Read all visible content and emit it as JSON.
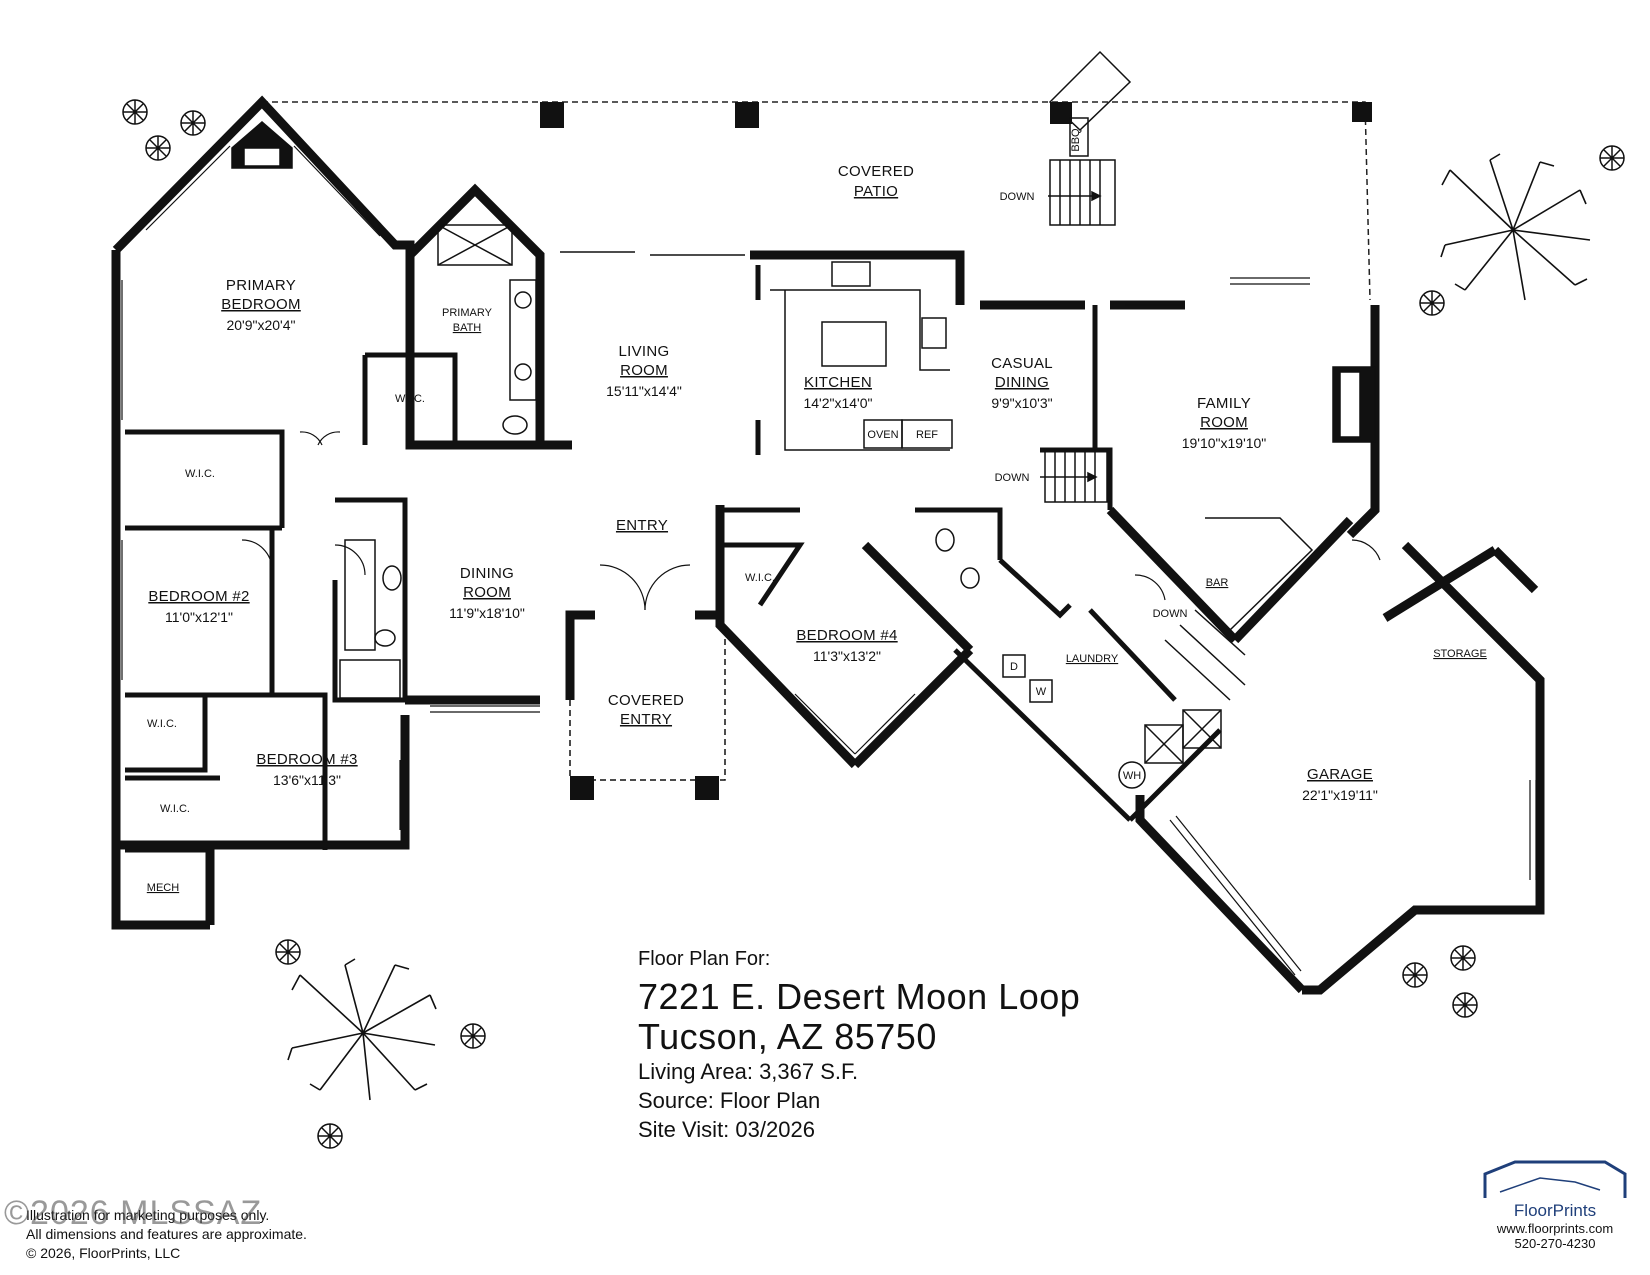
{
  "rooms": {
    "covered_patio": [
      "COVERED",
      "PATIO"
    ],
    "primary_bedroom": {
      "name": [
        "PRIMARY",
        "BEDROOM"
      ],
      "dim": "20'9\"x20'4\""
    },
    "primary_bath": [
      "PRIMARY",
      "BATH"
    ],
    "living_room": {
      "name": [
        "LIVING",
        "ROOM"
      ],
      "dim": "15'11\"x14'4\""
    },
    "kitchen": {
      "name": "KITCHEN",
      "dim": "14'2\"x14'0\""
    },
    "casual_dining": {
      "name": [
        "CASUAL",
        "DINING"
      ],
      "dim": "9'9\"x10'3\""
    },
    "family_room": {
      "name": [
        "FAMILY",
        "ROOM"
      ],
      "dim": "19'10\"x19'10\""
    },
    "bedroom2": {
      "name": "BEDROOM #2",
      "dim": "11'0\"x12'1\""
    },
    "bedroom3": {
      "name": "BEDROOM #3",
      "dim": "13'6\"x11'3\""
    },
    "bedroom4": {
      "name": "BEDROOM #4",
      "dim": "11'3\"x13'2\""
    },
    "dining_room": {
      "name": [
        "DINING",
        "ROOM"
      ],
      "dim": "11'9\"x18'10\""
    },
    "entry": "ENTRY",
    "covered_entry": [
      "COVERED",
      "ENTRY"
    ],
    "garage": {
      "name": "GARAGE",
      "dim": "22'1\"x19'11\""
    },
    "laundry": "LAUNDRY",
    "storage": "STORAGE",
    "bar": "BAR",
    "mech": "MECH",
    "wic": "W.I.C.",
    "down": "DOWN",
    "bbq": "BBQ",
    "oven": "OVEN",
    "ref": "REF",
    "dryer": "D",
    "washer": "W",
    "water_heater": "WH"
  },
  "info": {
    "prefix": "Floor Plan For:",
    "address_line1": "7221 E. Desert Moon Loop",
    "address_line2": "Tucson, AZ  85750",
    "living_area": "Living Area:  3,367 S.F.",
    "source": "Source:  Floor Plan",
    "site_visit": "Site Visit:  03/2026"
  },
  "disclaimer": {
    "line1": "Illustration for marketing purposes only.",
    "line2": "All dimensions and features are approximate.",
    "line3": "© 2026, FloorPrints, LLC"
  },
  "watermark": "©2026 MLSSAZ",
  "brand": {
    "name": "FloorPrints",
    "website": "www.floorprints.com",
    "phone": "520-270-4230",
    "color": "#1f3f7a"
  }
}
